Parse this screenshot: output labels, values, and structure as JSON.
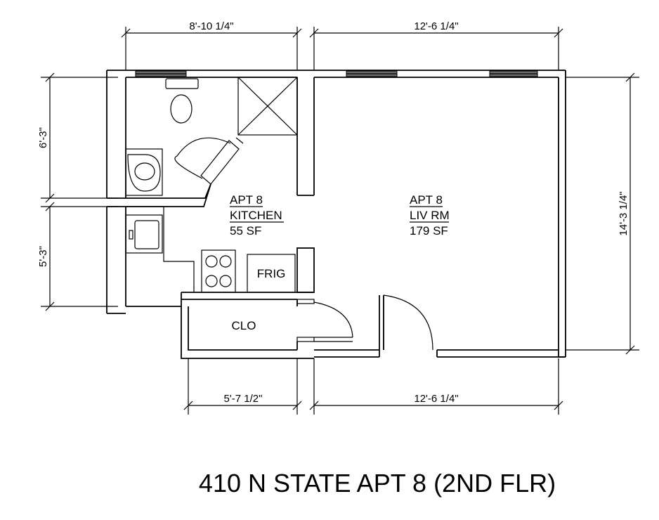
{
  "title": "410 N STATE APT 8 (2ND FLR)",
  "dimensions": {
    "top_left": "8'-10 1/4\"",
    "top_right": "12'-6 1/4\"",
    "bottom_left": "5'-7 1/2\"",
    "bottom_right": "12'-6 1/4\"",
    "left_upper": "6'-3\"",
    "left_lower": "5'-3\"",
    "right": "14'-3 1/4\""
  },
  "rooms": {
    "kitchen": {
      "line1": "APT 8",
      "line2": "KITCHEN",
      "area": "55 SF"
    },
    "living": {
      "line1": "APT 8",
      "line2": "LIV RM",
      "area": "179 SF"
    },
    "fridge": "FRIG",
    "closet": "CLO"
  }
}
